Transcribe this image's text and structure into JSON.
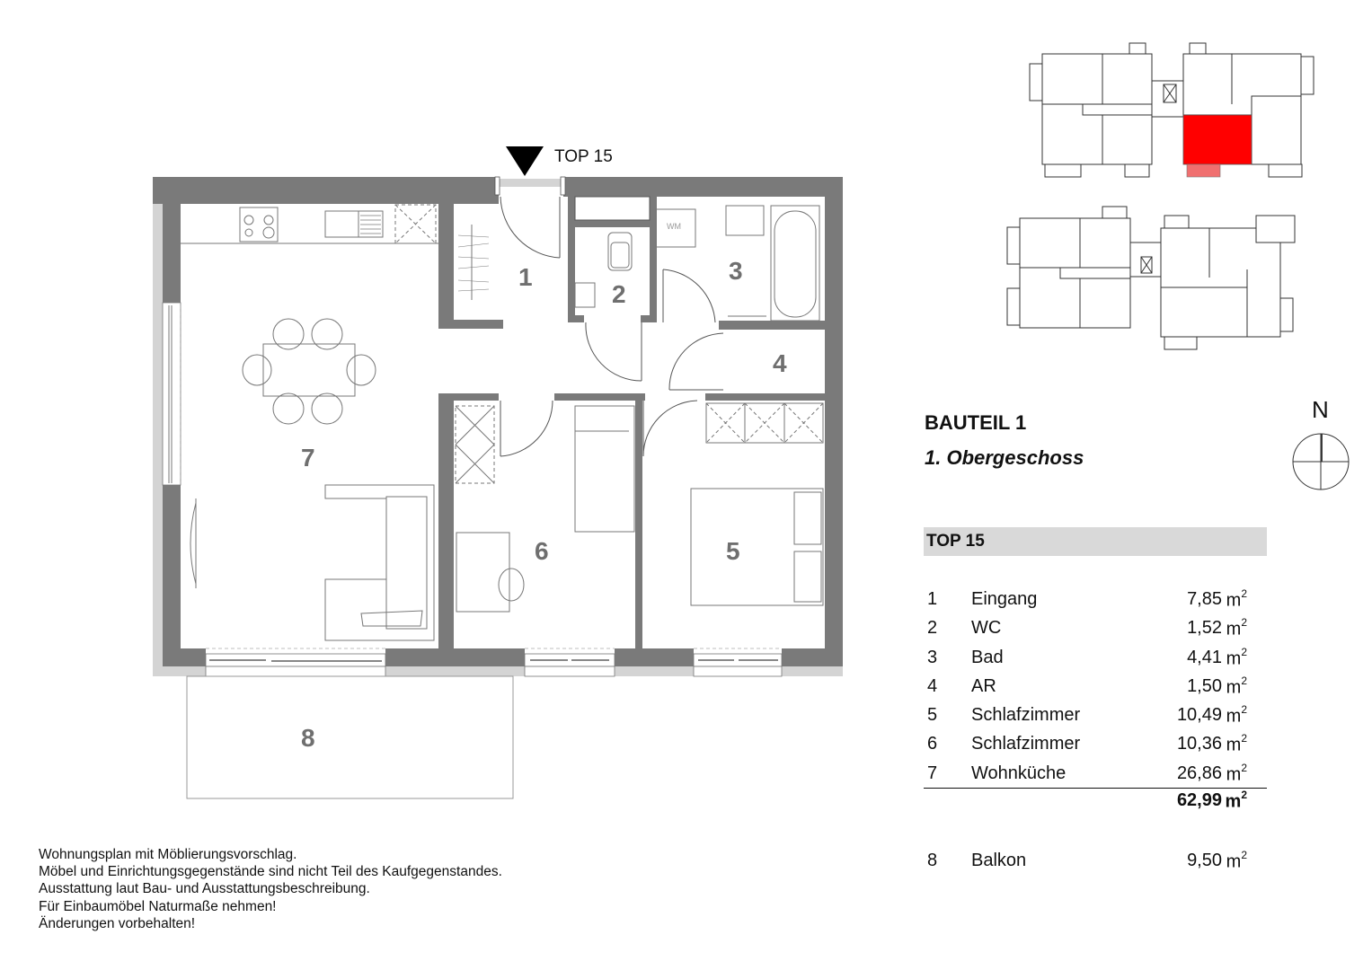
{
  "entry_marker": {
    "label": "TOP 15"
  },
  "title": {
    "building": "BAUTEIL 1",
    "floor": "1. Obergeschoss"
  },
  "unit_header": {
    "label": "TOP 15"
  },
  "rooms_plan_labels": [
    "1",
    "2",
    "3",
    "4",
    "5",
    "6",
    "7",
    "8"
  ],
  "fixtures": {
    "washing_machine": "WM"
  },
  "area_table": {
    "rows": [
      {
        "num": "1",
        "name": "Eingang",
        "area": "7,85",
        "unit": "m"
      },
      {
        "num": "2",
        "name": "WC",
        "area": "1,52",
        "unit": "m"
      },
      {
        "num": "3",
        "name": "Bad",
        "area": "4,41",
        "unit": "m"
      },
      {
        "num": "4",
        "name": "AR",
        "area": "1,50",
        "unit": "m"
      },
      {
        "num": "5",
        "name": "Schlafzimmer",
        "area": "10,49",
        "unit": "m"
      },
      {
        "num": "6",
        "name": "Schlafzimmer",
        "area": "10,36",
        "unit": "m"
      },
      {
        "num": "7",
        "name": "Wohnküche",
        "area": "26,86",
        "unit": "m"
      }
    ],
    "total": {
      "area": "62,99",
      "unit": "m"
    },
    "balcony": {
      "num": "8",
      "name": "Balkon",
      "area": "9,50",
      "unit": "m"
    },
    "unit_exponent": "2"
  },
  "north": {
    "label": "N"
  },
  "notes": [
    "Wohnungsplan mit Möblierungsvorschlag.",
    "Möbel und Einrichtungsgegenstände sind nicht Teil des Kaufgegenstandes.",
    "Ausstattung laut Bau- und Ausstattungsbeschreibung.",
    "Für Einbaumöbel Naturmaße nehmen!",
    "Änderungen vorbehalten!"
  ],
  "colors": {
    "wall": "#7a7a7a",
    "highlight_unit": "#ff0000",
    "highlight_balcony": "#f07070",
    "header_bg": "#d9d9d9"
  }
}
